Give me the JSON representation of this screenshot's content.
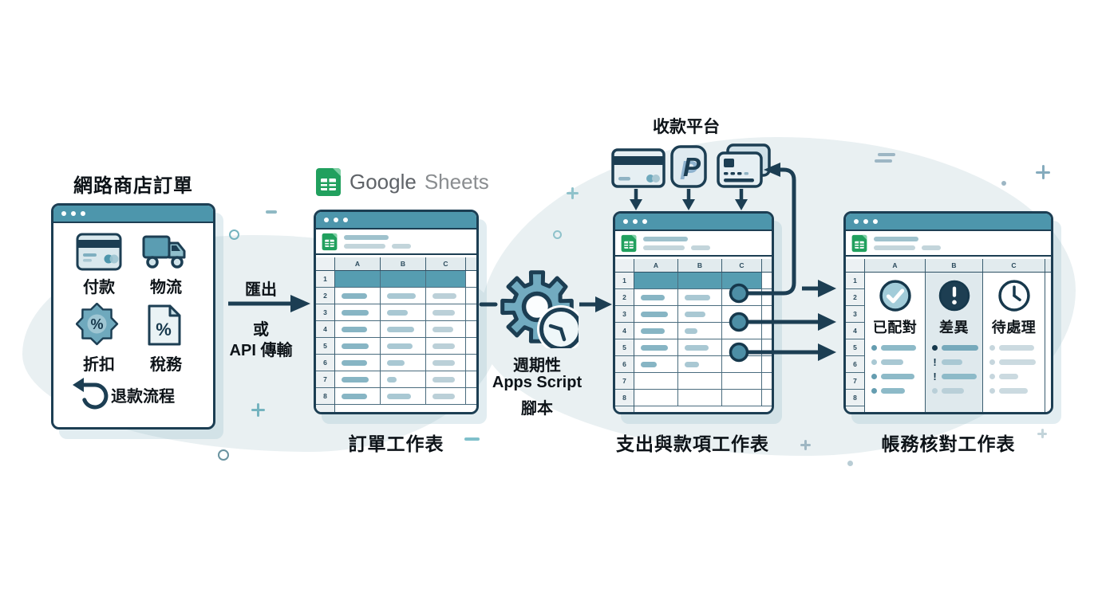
{
  "colors": {
    "outline": "#1c3e53",
    "titlebar_teal": "#4d96ac",
    "highlight_row_teal": "#569db1",
    "gear_fill": "#72abc0",
    "sheets_green": "#21a05e",
    "pill_teal": "#87b5c4",
    "blob": "#e9f0f2"
  },
  "diagram": {
    "store": {
      "title": "網路商店訂單",
      "payment_label": "付款",
      "logistics_label": "物流",
      "discount_label": "折扣",
      "tax_label": "稅務",
      "refund_label": "退款流程"
    },
    "export": {
      "line1": "匯出",
      "line2": "或",
      "line3": "API 傳輸"
    },
    "logo": {
      "google": "Google",
      "sheets": "Sheets"
    },
    "grid": {
      "columns": [
        "A",
        "B",
        "C"
      ],
      "rows": [
        "1",
        "2",
        "3",
        "4",
        "5",
        "6",
        "7",
        "8"
      ]
    },
    "sheet1_caption": "訂單工作表",
    "script": {
      "line1": "週期性",
      "line2": "Apps Script",
      "line3": "腳本"
    },
    "payments": {
      "title": "收款平台",
      "paypal_letter": "P"
    },
    "percent": "%",
    "exclaim": "!",
    "sheet2_caption": "支出與款項工作表",
    "sheet3_caption": "帳務核對工作表",
    "statuses": {
      "matched": "已配對",
      "difference": "差異",
      "pending": "待處理"
    }
  }
}
